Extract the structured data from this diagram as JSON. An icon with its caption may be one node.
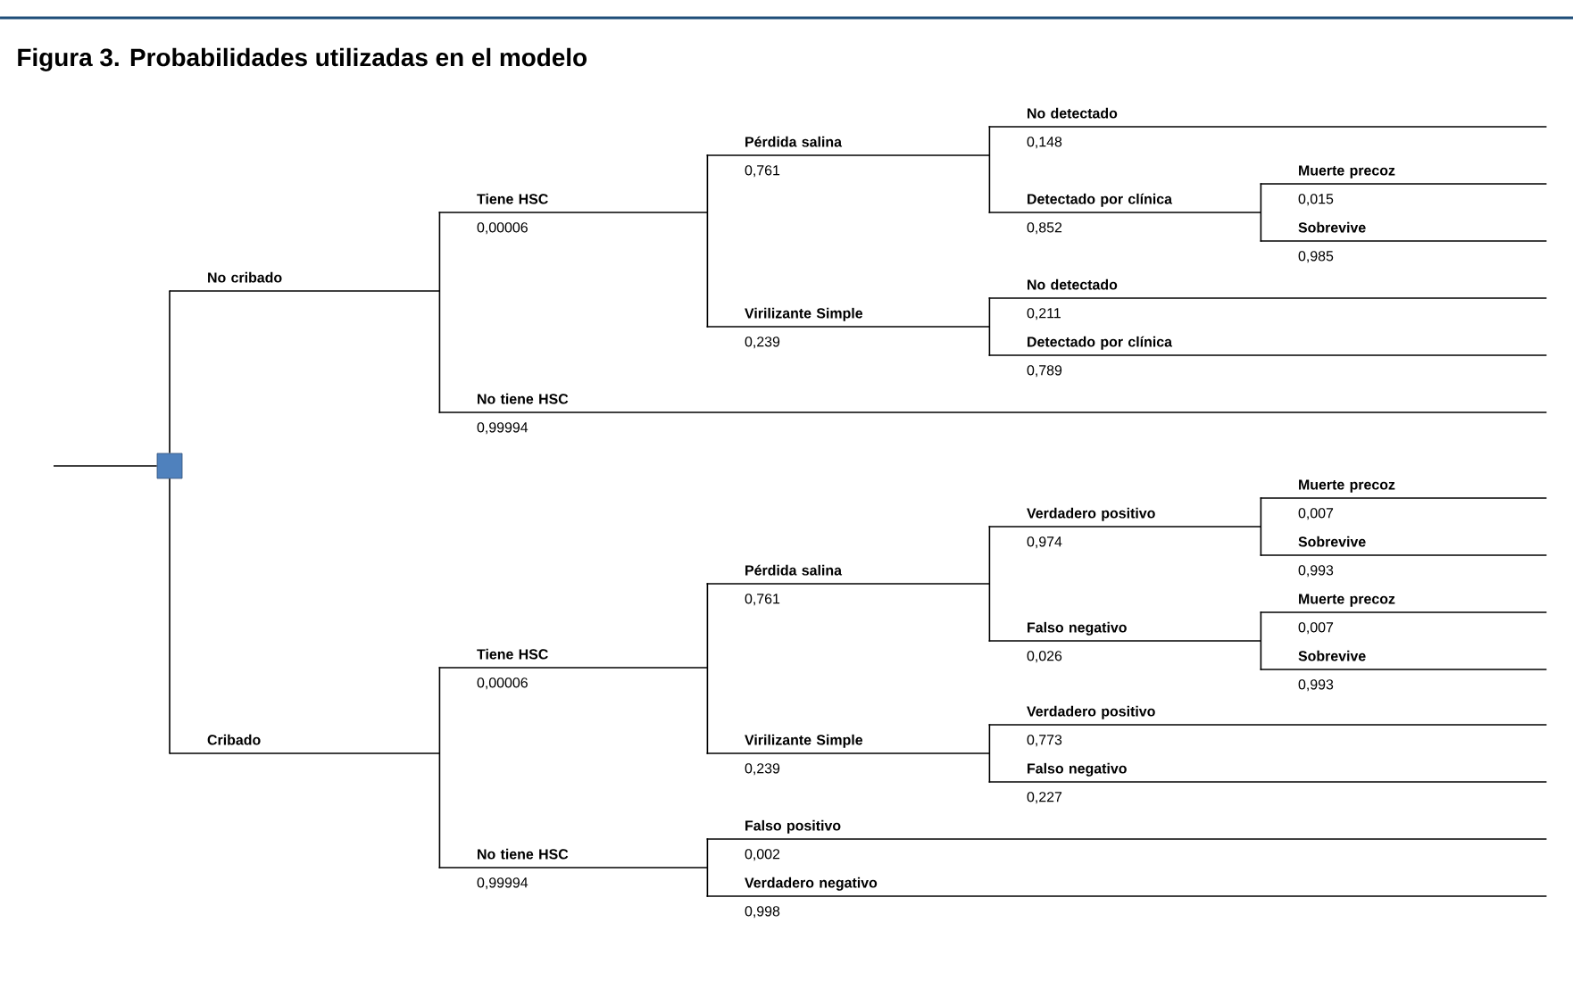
{
  "diagram": {
    "title": "Figura 3. Probabilidades utilizadas en el modelo",
    "nodes": [
      {
        "text": [],
        "shape": "box"
      },
      {
        "text": [
          "No cribado"
        ]
      },
      {
        "text": [
          "Tiene HSC",
          "0,00006"
        ]
      },
      {
        "text": [
          "Pérdida salina",
          "0,761"
        ]
      },
      {
        "text": [
          "No detectado",
          "0,148"
        ]
      },
      {
        "text": [
          "Detectado por clínica",
          "0,852"
        ]
      },
      {
        "text": [
          "Muerte precoz",
          "0,015"
        ]
      },
      {
        "text": [
          "Sobrevive",
          "0,985"
        ]
      },
      {
        "text": [
          "Virilizante Simple",
          "0,239"
        ]
      },
      {
        "text": [
          "No detectado",
          "0,211"
        ]
      },
      {
        "text": [
          "Detectado por clínica",
          "0,789"
        ]
      },
      {
        "text": [
          "No tiene HSC",
          "0,99994"
        ]
      },
      {
        "text": [
          "Cribado"
        ]
      },
      {
        "text": [
          "Tiene HSC",
          "0,00006"
        ]
      },
      {
        "text": [
          "Pérdida salina",
          "0,761"
        ]
      },
      {
        "text": [
          "Verdadero positivo",
          "0,974"
        ]
      },
      {
        "text": [
          "Muerte precoz",
          "0,007"
        ]
      },
      {
        "text": [
          "Sobrevive",
          "0,993"
        ]
      },
      {
        "text": [
          "Falso negativo",
          "0,026"
        ]
      },
      {
        "text": [
          "Muerte precoz",
          "0,007"
        ]
      },
      {
        "text": [
          "Sobrevive",
          "0,993"
        ]
      },
      {
        "text": [
          "Virilizante Simple",
          "0,239"
        ]
      },
      {
        "text": [
          "Verdadero positivo",
          "0,773"
        ]
      },
      {
        "text": [
          "Falso negativo",
          "0,227"
        ]
      },
      {
        "text": [
          "No tiene HSC",
          "0,99994"
        ]
      },
      {
        "text": [
          "Falso positivo",
          "0,002"
        ]
      },
      {
        "text": [
          "Verdadero negativo",
          "0,998"
        ]
      }
    ],
    "edges": [
      {
        "from": null,
        "to": 0,
        "arrow": "none"
      },
      {
        "from": 0,
        "to": 1,
        "arrow": "none"
      },
      {
        "from": 1,
        "to": 2,
        "arrow": "none"
      },
      {
        "from": 2,
        "to": 3,
        "arrow": "none"
      },
      {
        "from": 3,
        "to": 4,
        "arrow": "none"
      },
      {
        "from": 3,
        "to": 5,
        "arrow": "none"
      },
      {
        "from": 5,
        "to": 6,
        "arrow": "none"
      },
      {
        "from": 5,
        "to": 7,
        "arrow": "none"
      },
      {
        "from": 2,
        "to": 8,
        "arrow": "none"
      },
      {
        "from": 8,
        "to": 9,
        "arrow": "none"
      },
      {
        "from": 8,
        "to": 10,
        "arrow": "none"
      },
      {
        "from": 1,
        "to": 11,
        "arrow": "none"
      },
      {
        "from": 0,
        "to": 12,
        "arrow": "none"
      },
      {
        "from": 12,
        "to": 13,
        "arrow": "none"
      },
      {
        "from": 13,
        "to": 14,
        "arrow": "none"
      },
      {
        "from": 14,
        "to": 15,
        "arrow": "none"
      },
      {
        "from": 15,
        "to": 16,
        "arrow": "none"
      },
      {
        "from": 15,
        "to": 17,
        "arrow": "none"
      },
      {
        "from": 14,
        "to": 18,
        "arrow": "none"
      },
      {
        "from": 18,
        "to": 19,
        "arrow": "none"
      },
      {
        "from": 18,
        "to": 20,
        "arrow": "none"
      },
      {
        "from": 13,
        "to": 21,
        "arrow": "none"
      },
      {
        "from": 21,
        "to": 22,
        "arrow": "none"
      },
      {
        "from": 21,
        "to": 23,
        "arrow": "none"
      },
      {
        "from": 12,
        "to": 24,
        "arrow": "none"
      },
      {
        "from": 24,
        "to": 25,
        "arrow": "none"
      },
      {
        "from": 24,
        "to": 26,
        "arrow": "none"
      }
    ]
  }
}
